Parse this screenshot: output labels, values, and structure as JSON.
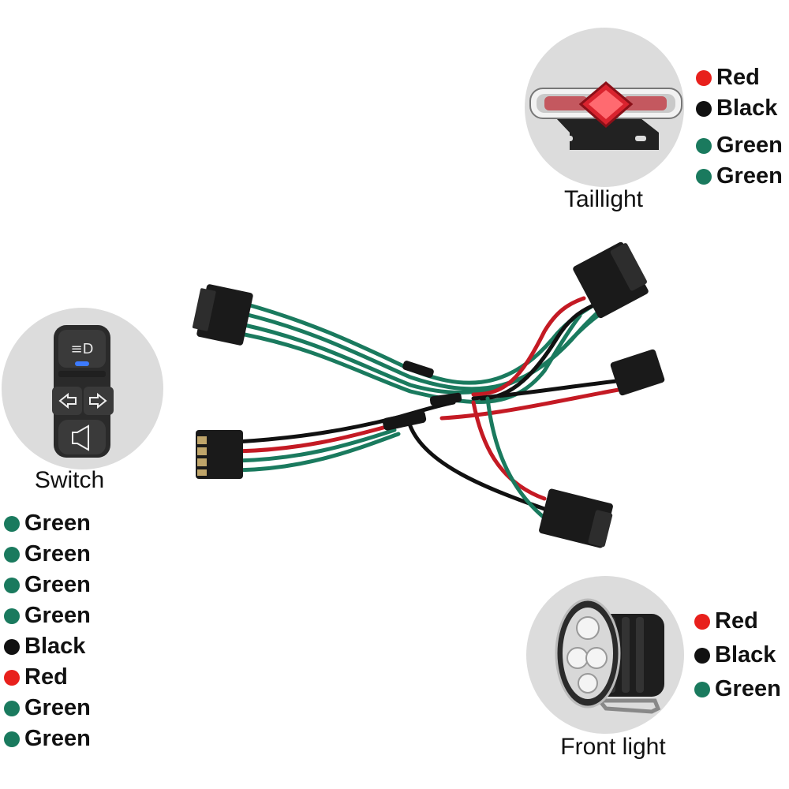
{
  "taillight": {
    "caption": "Taillight",
    "wires": [
      {
        "label": "Red",
        "color": "#e8201c"
      },
      {
        "label": "Black",
        "color": "#111111"
      },
      {
        "label": "Green",
        "color": "#1a7a5e"
      },
      {
        "label": "Green",
        "color": "#1a7a5e"
      }
    ]
  },
  "switch": {
    "caption": "Switch",
    "wires": [
      {
        "label": "Green",
        "color": "#1a7a5e"
      },
      {
        "label": "Green",
        "color": "#1a7a5e"
      },
      {
        "label": "Green",
        "color": "#1a7a5e"
      },
      {
        "label": "Green",
        "color": "#1a7a5e"
      },
      {
        "label": "Black",
        "color": "#111111"
      },
      {
        "label": "Red",
        "color": "#e8201c"
      },
      {
        "label": "Green",
        "color": "#1a7a5e"
      },
      {
        "label": "Green",
        "color": "#1a7a5e"
      }
    ]
  },
  "front_light": {
    "caption": "Front light",
    "wires": [
      {
        "label": "Red",
        "color": "#e8201c"
      },
      {
        "label": "Black",
        "color": "#111111"
      },
      {
        "label": "Green",
        "color": "#1a7a5e"
      }
    ]
  }
}
